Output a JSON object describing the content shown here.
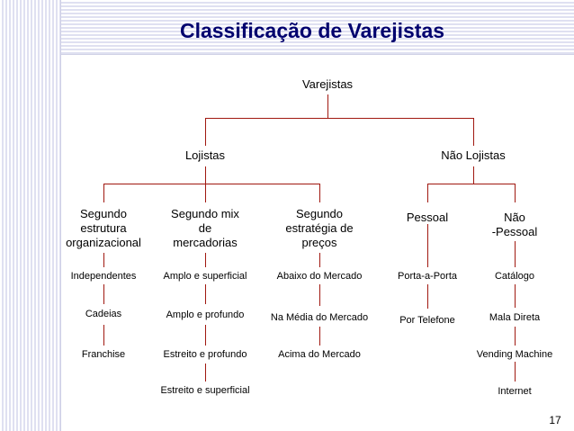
{
  "title": "Classificação de Varejistas",
  "page_number": "17",
  "root": "Varejistas",
  "branches": [
    "Lojistas",
    "Não Lojistas"
  ],
  "categories": {
    "estrutura": [
      "Segundo",
      "estrutura",
      "organizacional"
    ],
    "mix": [
      "Segundo mix",
      "de",
      "mercadorias"
    ],
    "preco": [
      "Segundo",
      "estratégia de",
      "preços"
    ],
    "pessoal": [
      "Pessoal"
    ],
    "nao_pessoal": [
      "Não",
      "-Pessoal"
    ]
  },
  "items": {
    "estrutura": [
      "Independentes",
      "Cadeias",
      "Franchise"
    ],
    "mix": [
      "Amplo e superficial",
      "Amplo e profundo",
      "Estreito e profundo",
      "Estreito e superficial"
    ],
    "preco": [
      "Abaixo do Mercado",
      "Na Média do Mercado",
      "Acima do Mercado"
    ],
    "pessoal": [
      "Porta-a-Porta",
      "Por Telefone"
    ],
    "nao_pessoal": [
      "Catálogo",
      "Mala Direta",
      "Vending Machine",
      "Internet"
    ]
  }
}
